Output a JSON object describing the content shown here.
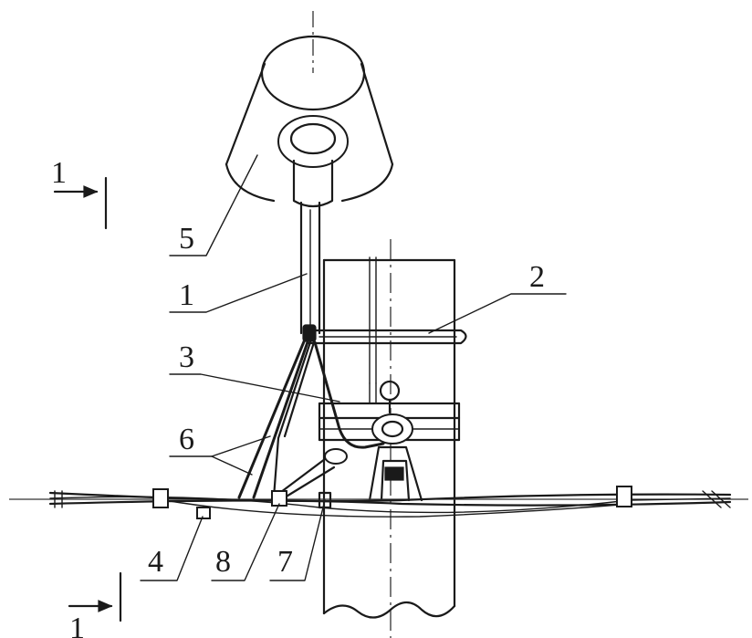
{
  "callouts": {
    "c1": "1",
    "c2": "2",
    "c3": "3",
    "c4": "4",
    "c5": "5",
    "c6": "6",
    "c7": "7",
    "c8": "8"
  },
  "section_marks": {
    "top": "1",
    "bottom": "1"
  }
}
